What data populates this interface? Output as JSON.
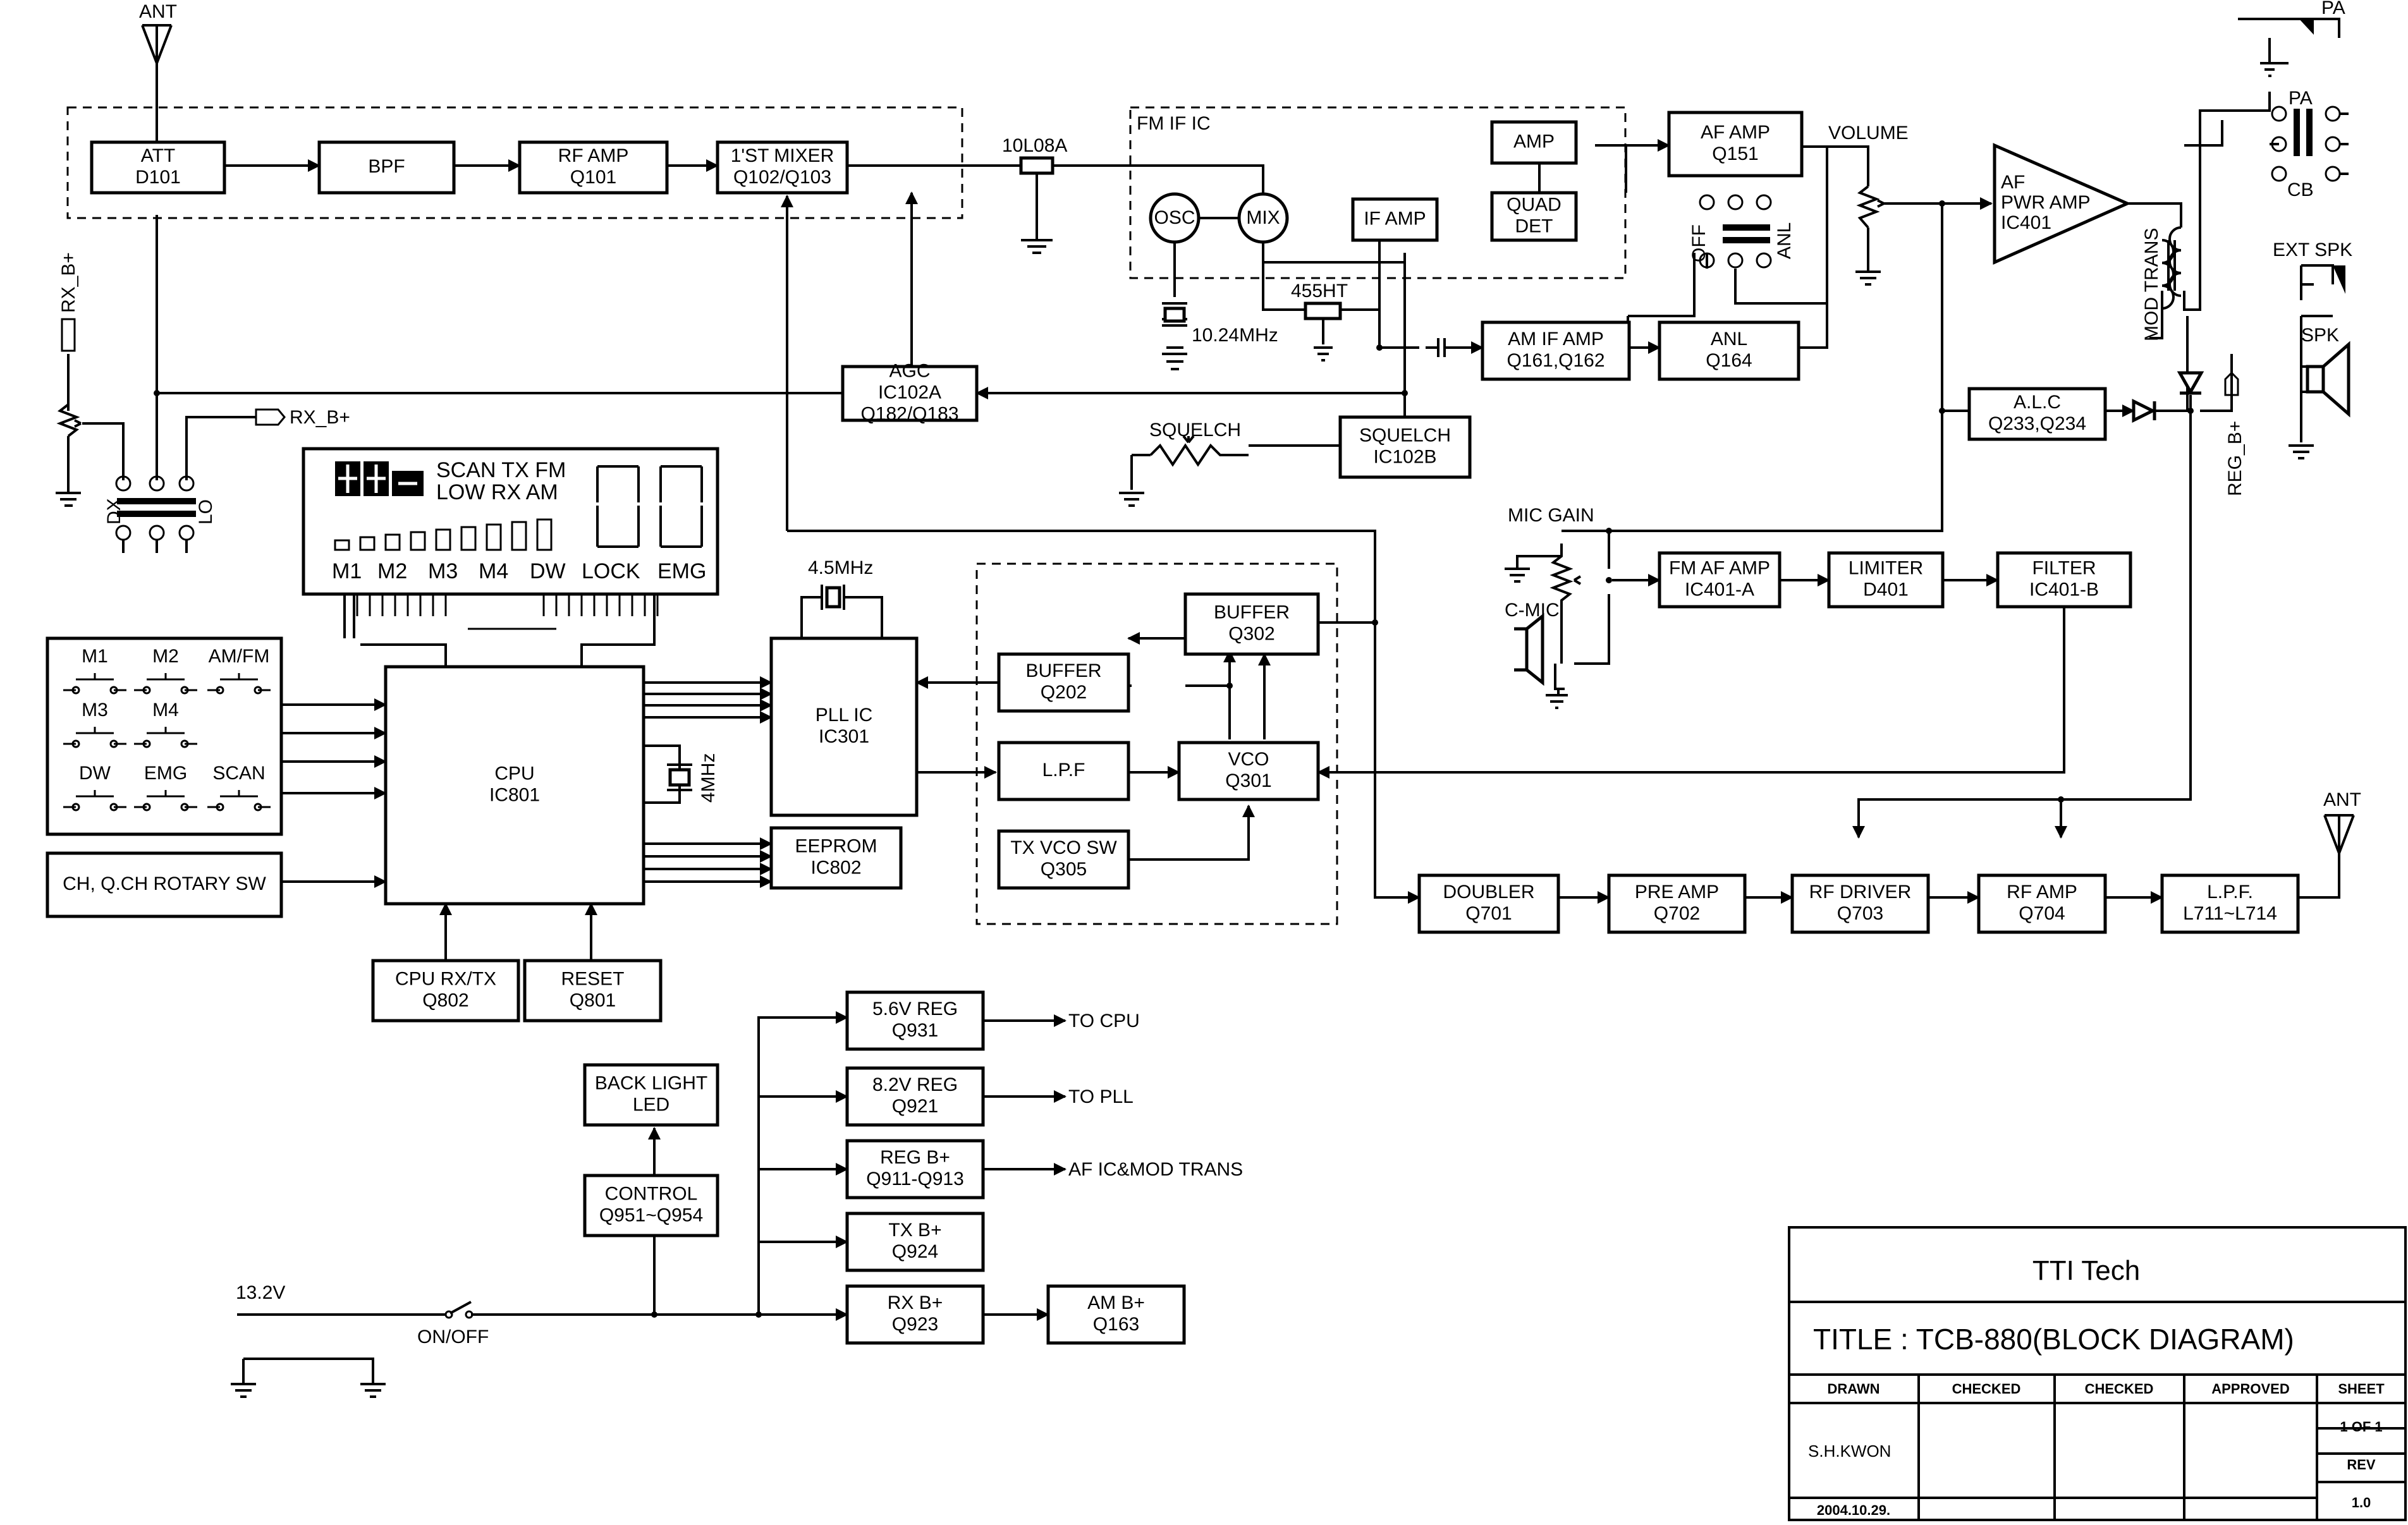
{
  "blocks": [
    {
      "id": "att",
      "lines": [
        "ATT",
        "D101"
      ]
    },
    {
      "id": "bpf",
      "lines": [
        "BPF"
      ]
    },
    {
      "id": "rfamp1",
      "lines": [
        "RF AMP",
        "Q101"
      ]
    },
    {
      "id": "mixer1",
      "lines": [
        "1'ST MIXER",
        "Q102/Q103"
      ]
    },
    {
      "id": "agc",
      "lines": [
        "AGC",
        "IC102A",
        "Q182/Q183"
      ]
    },
    {
      "id": "ifamp",
      "lines": [
        "IF AMP"
      ]
    },
    {
      "id": "amp",
      "lines": [
        "AMP"
      ]
    },
    {
      "id": "quaddet",
      "lines": [
        "QUAD",
        "DET"
      ]
    },
    {
      "id": "afamp",
      "lines": [
        "AF AMP",
        "Q151"
      ]
    },
    {
      "id": "amifamp",
      "lines": [
        "AM IF AMP",
        "Q161,Q162"
      ]
    },
    {
      "id": "anl",
      "lines": [
        "ANL",
        "Q164"
      ]
    },
    {
      "id": "squelch",
      "lines": [
        "SQUELCH",
        "IC102B"
      ]
    },
    {
      "id": "alc",
      "lines": [
        "A.L.C",
        "Q233,Q234"
      ]
    },
    {
      "id": "fmafamp",
      "lines": [
        "FM AF AMP",
        "IC401-A"
      ]
    },
    {
      "id": "limiter",
      "lines": [
        "LIMITER",
        "D401"
      ]
    },
    {
      "id": "filter",
      "lines": [
        "FILTER",
        "IC401-B"
      ]
    },
    {
      "id": "cpu",
      "lines": [
        "CPU",
        "IC801"
      ]
    },
    {
      "id": "pll",
      "lines": [
        "PLL IC",
        "IC301"
      ]
    },
    {
      "id": "eeprom",
      "lines": [
        "EEPROM",
        "IC802"
      ]
    },
    {
      "id": "buf202",
      "lines": [
        "BUFFER",
        "Q202"
      ]
    },
    {
      "id": "lpf1",
      "lines": [
        "L.P.F"
      ]
    },
    {
      "id": "txvcosw",
      "lines": [
        "TX VCO SW",
        "Q305"
      ]
    },
    {
      "id": "buf302",
      "lines": [
        "BUFFER",
        "Q302"
      ]
    },
    {
      "id": "vco",
      "lines": [
        "VCO",
        "Q301"
      ]
    },
    {
      "id": "cpurxtx",
      "lines": [
        "CPU RX/TX",
        "Q802"
      ]
    },
    {
      "id": "reset",
      "lines": [
        "RESET",
        "Q801"
      ]
    },
    {
      "id": "rotary",
      "lines": [
        "CH, Q.CH ROTARY SW"
      ]
    },
    {
      "id": "doubler",
      "lines": [
        "DOUBLER",
        "Q701"
      ]
    },
    {
      "id": "preamp",
      "lines": [
        "PRE AMP",
        "Q702"
      ]
    },
    {
      "id": "rfdriver",
      "lines": [
        "RF DRIVER",
        "Q703"
      ]
    },
    {
      "id": "rfamp2",
      "lines": [
        "RF AMP",
        "Q704"
      ]
    },
    {
      "id": "lpf2",
      "lines": [
        "L.P.F.",
        "L711~L714"
      ]
    },
    {
      "id": "reg56",
      "lines": [
        "5.6V REG",
        "Q931"
      ]
    },
    {
      "id": "reg82",
      "lines": [
        "8.2V REG",
        "Q921"
      ]
    },
    {
      "id": "regb",
      "lines": [
        "REG B+",
        "Q911-Q913"
      ]
    },
    {
      "id": "txb",
      "lines": [
        "TX B+",
        "Q924"
      ]
    },
    {
      "id": "rxb",
      "lines": [
        "RX B+",
        "Q923"
      ]
    },
    {
      "id": "amb",
      "lines": [
        "AM B+",
        "Q163"
      ]
    },
    {
      "id": "backlight",
      "lines": [
        "BACK LIGHT",
        "LED"
      ]
    },
    {
      "id": "control",
      "lines": [
        "CONTROL",
        "Q951~Q954"
      ]
    }
  ],
  "labels": {
    "ant_top": "ANT",
    "ant_right": "ANT",
    "rxb_left": "RX_B+",
    "rxb_mid": "RX_B+",
    "dx": "DX",
    "lo": "LO",
    "filter_10l08a": "10L08A",
    "fm_if_ic": "FM IF IC",
    "osc": "OSC",
    "mix": "MIX",
    "xtal_1024": "10.24MHz",
    "f455ht": "455HT",
    "squelch_pot": "SQUELCH",
    "volume": "VOLUME",
    "off": "OFF",
    "anl_sw": "ANL",
    "af_pwr_amp": [
      "AF",
      "PWR AMP",
      "IC401"
    ],
    "mod_trans": "MOD TRANS",
    "reg_b": "REG_B+",
    "pa_top": "PA",
    "pa_sw": "PA",
    "cb": "CB",
    "ext_spk": "EXT SPK",
    "spk": "SPK",
    "mic_gain": "MIC GAIN",
    "c_mic": "C-MIC",
    "xtal_45": "4.5MHz",
    "xtal_4": "4MHz",
    "to_cpu": "TO CPU",
    "to_pll": "TO PLL",
    "to_af": "AF IC&MOD TRANS",
    "v132": "13.2V",
    "onoff": "ON/OFF"
  },
  "lcd": {
    "line1": "SCAN TX FM",
    "line2": "LOW  RX AM",
    "bottom": [
      "M1",
      "M2",
      "M3",
      "M4",
      "DW",
      "LOCK",
      "EMG"
    ]
  },
  "keys": [
    "M1",
    "M2",
    "AM/FM",
    "M3",
    "M4",
    "DW",
    "EMG",
    "SCAN"
  ],
  "title_block": {
    "company": "TTI Tech",
    "title": "TITLE : TCB-880(BLOCK DIAGRAM)",
    "headers": [
      "DRAWN",
      "CHECKED",
      "CHECKED",
      "APPROVED",
      "SHEET"
    ],
    "drawn": "S.H.KWON",
    "date": "2004.10.29.",
    "sheet": "1 OF 1",
    "rev_label": "REV",
    "rev": "1.0"
  }
}
